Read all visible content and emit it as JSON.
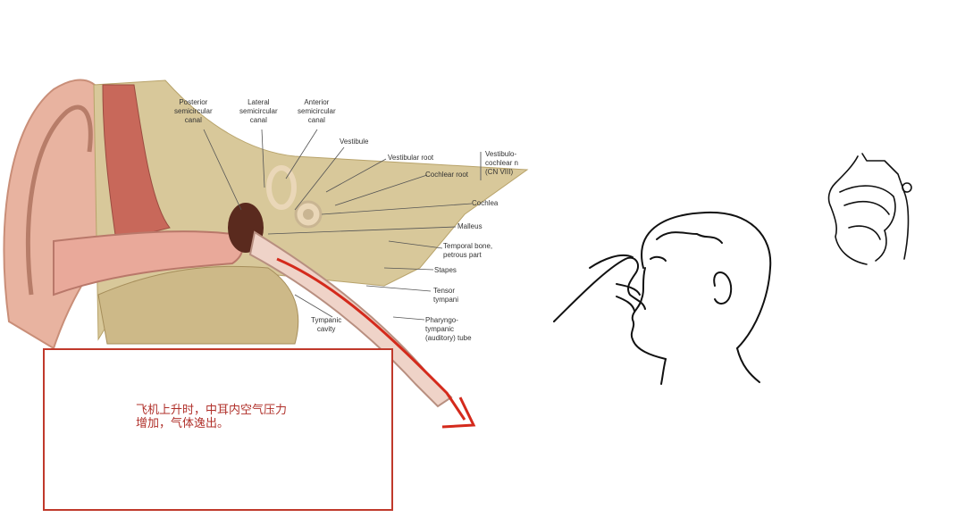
{
  "anatomy": {
    "labels": {
      "posterior_canal": "Posterior\nsemicircular\ncanal",
      "lateral_canal": "Lateral\nsemicircular\ncanal",
      "anterior_canal": "Anterior\nsemicircular\ncanal",
      "vestibule": "Vestibule",
      "vestibular_root": "Vestibular root",
      "cochlear_root": "Cochlear root",
      "cn_viii": "Vestibulo-\ncochlear n\n(CN VIII)",
      "cochlea": "Cochlea",
      "malleus": "Malleus",
      "temporal_bone": "Temporal bone,\npetrous part",
      "stapes": "Stapes",
      "tensor_tympani": "Tensor\ntympani",
      "tympanic_cavity": "Tympanic\ncavity",
      "pharyngotympanic": "Pharyngo-\ntympanic\n(auditory) tube"
    },
    "colors": {
      "skin": "#e8b3a0",
      "bone": "#d8c89a",
      "air_path": "#d42a1c"
    }
  },
  "caption": {
    "text": "飞机上升时，中耳内空气压力\n增加，气体逸出。"
  },
  "illustrations": {
    "icons": [
      "person-pinching-nose-icon",
      "nasal-cavity-profile-icon"
    ]
  }
}
